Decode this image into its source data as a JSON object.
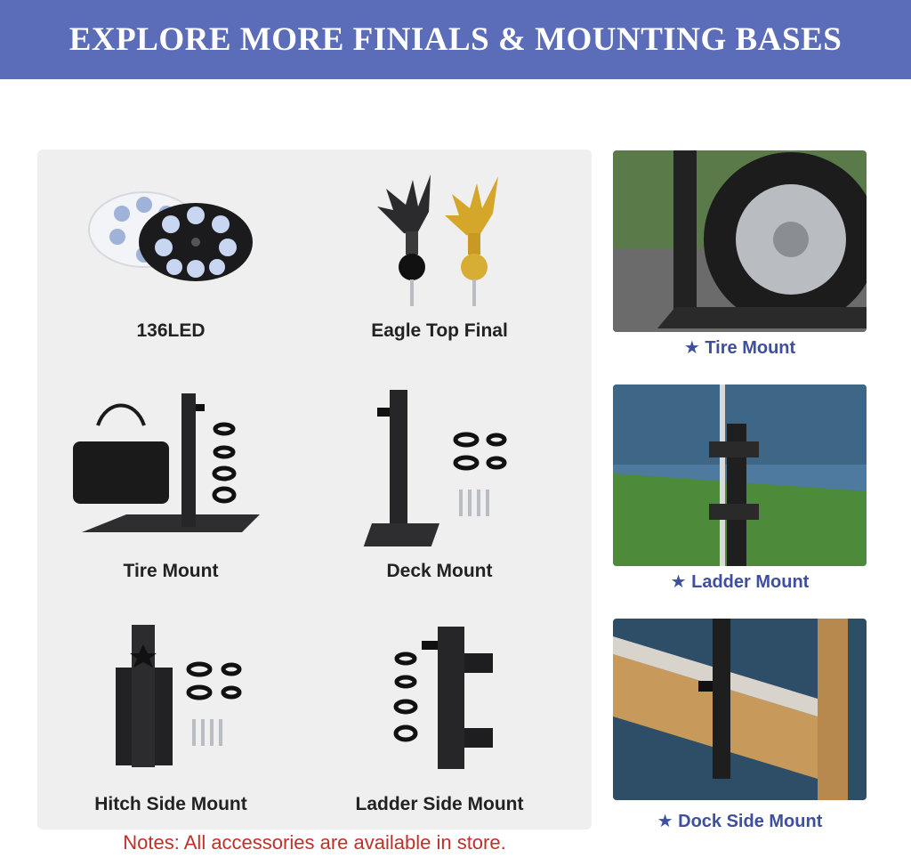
{
  "banner": {
    "title": "EXPLORE MORE FINIALS & MOUNTING BASES"
  },
  "products": [
    {
      "label": "136LED",
      "icon": "led-light-icon"
    },
    {
      "label": "Eagle Top Final",
      "icon": "eagle-finial-icon"
    },
    {
      "label": "Tire Mount",
      "icon": "tire-mount-icon"
    },
    {
      "label": "Deck Mount",
      "icon": "deck-mount-icon"
    },
    {
      "label": "Hitch Side Mount",
      "icon": "hitch-mount-icon"
    },
    {
      "label": "Ladder Side Mount",
      "icon": "ladder-mount-icon"
    }
  ],
  "photos": [
    {
      "caption": "★ Tire Mount"
    },
    {
      "caption": "★ Ladder Mount"
    },
    {
      "caption": "★ Dock Side Mount"
    }
  ],
  "note": "Notes: All accessories are available in store.",
  "colors": {
    "banner": "#5b6cb8",
    "caption": "#3d4f9e",
    "note": "#c0302a",
    "panel": "#efefef"
  }
}
